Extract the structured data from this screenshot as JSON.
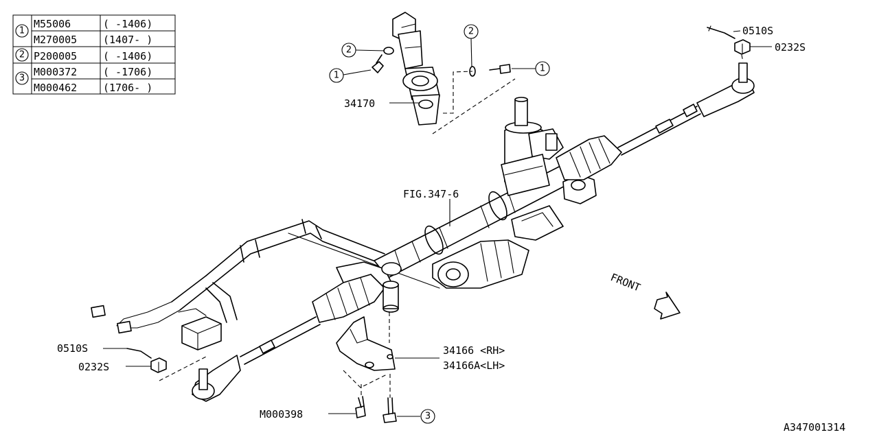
{
  "legend": {
    "groups": [
      {
        "ref": "1",
        "rows": [
          {
            "part": "M55006",
            "range": "( -1406)"
          },
          {
            "part": "M270005",
            "range": "(1407- )"
          }
        ]
      },
      {
        "ref": "2",
        "rows": [
          {
            "part": "P200005",
            "range": "( -1406)"
          }
        ]
      },
      {
        "ref": "3",
        "rows": [
          {
            "part": "M000372",
            "range": "( -1706)"
          },
          {
            "part": "M000462",
            "range": "(1706- )"
          }
        ]
      }
    ]
  },
  "callouts": {
    "c1_left": "1",
    "c1_right": "1",
    "c2_left": "2",
    "c2_right": "2",
    "c3_bottom": "3"
  },
  "labels": {
    "part_34170": "34170",
    "fig_ref": "FIG.347-6",
    "cotter_pin_right": "0510S",
    "nut_right": "0232S",
    "cotter_pin_left": "0510S",
    "nut_left": "0232S",
    "bracket_rh": "34166 <RH>",
    "bracket_lh": "34166A<LH>",
    "bolt_m000398": "M000398",
    "front": "FRONT",
    "diagram_code": "A347001314"
  }
}
